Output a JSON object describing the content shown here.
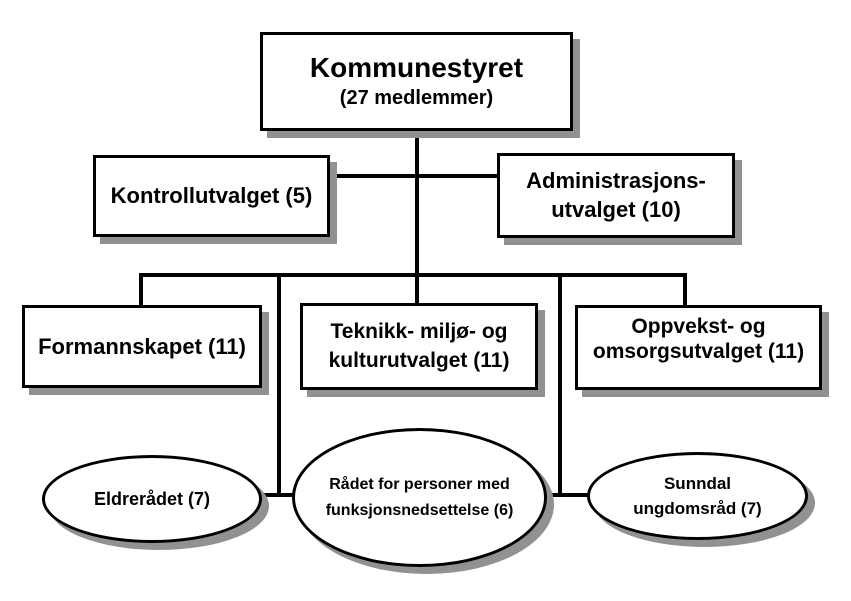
{
  "colors": {
    "line": "#000000",
    "border": "#000000",
    "fill": "#ffffff",
    "shadow": "#919191",
    "text": "#000000",
    "bg": "#ffffff"
  },
  "nodes": {
    "kommunestyret": {
      "title": "Kommunestyret",
      "subtitle": "(27 medlemmer)"
    },
    "kontrollutvalget": {
      "label": "Kontrollutvalget (5)"
    },
    "administrasjonsutvalget": {
      "lines": [
        "Administrasjons-",
        "utvalget (10)"
      ]
    },
    "formannskapet": {
      "label": "Formannskapet (11)"
    },
    "teknikk_miljo_kultur": {
      "lines": [
        "Teknikk- miljø- og",
        "kulturutvalget (11)"
      ]
    },
    "oppvekst_omsorg": {
      "lines": [
        "Oppvekst- og",
        "omsorgsutvalget (11)"
      ]
    },
    "eldreradet": {
      "label": "Eldrerådet (7)"
    },
    "radet_for_personer_med_funksjonsnedsettelse": {
      "lines": [
        "Rådet for personer med",
        "funksjonsnedsettelse (6)"
      ]
    },
    "sunndal_ungdomsrad": {
      "lines": [
        "Sunndal",
        "ungdomsråd (7)"
      ]
    }
  }
}
